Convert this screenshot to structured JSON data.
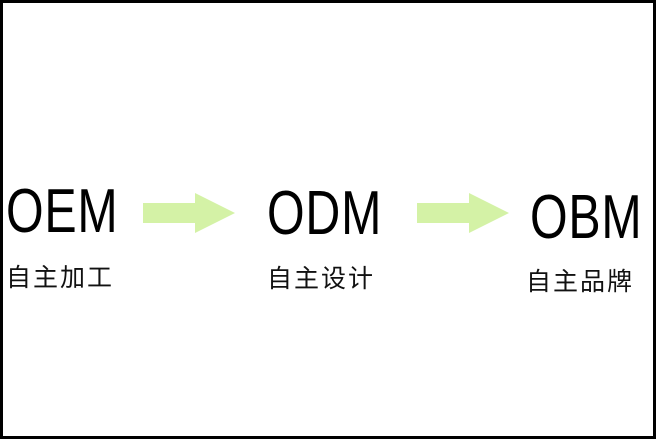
{
  "stages": [
    {
      "code": "OEM",
      "label": "自主加工"
    },
    {
      "code": "ODM",
      "label": "自主设计"
    },
    {
      "code": "OBM",
      "label": "自主品牌"
    }
  ],
  "arrow_color": "#d4f2a6"
}
